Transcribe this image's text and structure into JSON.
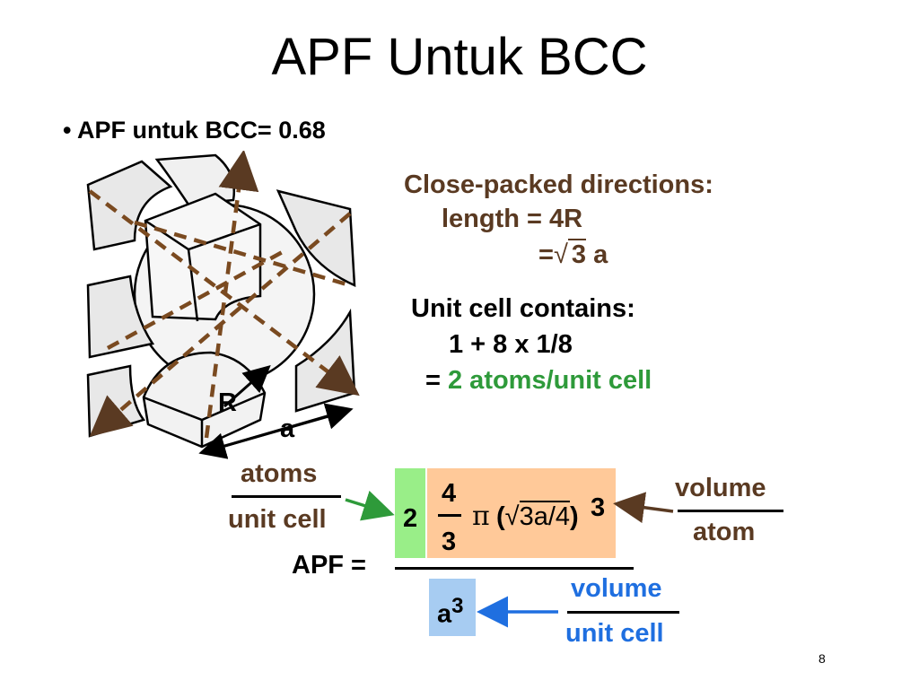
{
  "slide": {
    "title": "APF Untuk BCC",
    "bullet": "APF untuk BCC= 0.68",
    "page_number": "8"
  },
  "cube": {
    "label_R": "R",
    "label_a": "a"
  },
  "close_packed": {
    "heading": "Close-packed directions:",
    "length_line": "length = 4R",
    "equals": "=",
    "sqrt_arg": "3",
    "a": "a"
  },
  "unit_cell": {
    "heading": "Unit cell contains:",
    "count": "1 + 8 x 1/8",
    "equals": "=",
    "result": "2 atoms/unit cell"
  },
  "formula": {
    "apf_label": "APF =",
    "coef": "2",
    "num4": "4",
    "den3": "3",
    "pi": "π",
    "open_paren": "(",
    "sqrt_arg": "3a/4",
    "close_paren": ")",
    "exp3": "3",
    "denominator_a": "a",
    "denominator_exp": "3",
    "atoms_label": "atoms",
    "unitcell_label": "unit cell",
    "volume_label": "volume",
    "atom_label": "atom",
    "volume_label_2": "volume",
    "unitcell_label_2": "unit cell"
  },
  "colors": {
    "brown": "#5a3a22",
    "green": "#2e9a3a",
    "blue": "#1f6fe0",
    "green_box": "#99ee88",
    "orange_box": "#ffc999",
    "blue_box": "#a7ccf2"
  }
}
